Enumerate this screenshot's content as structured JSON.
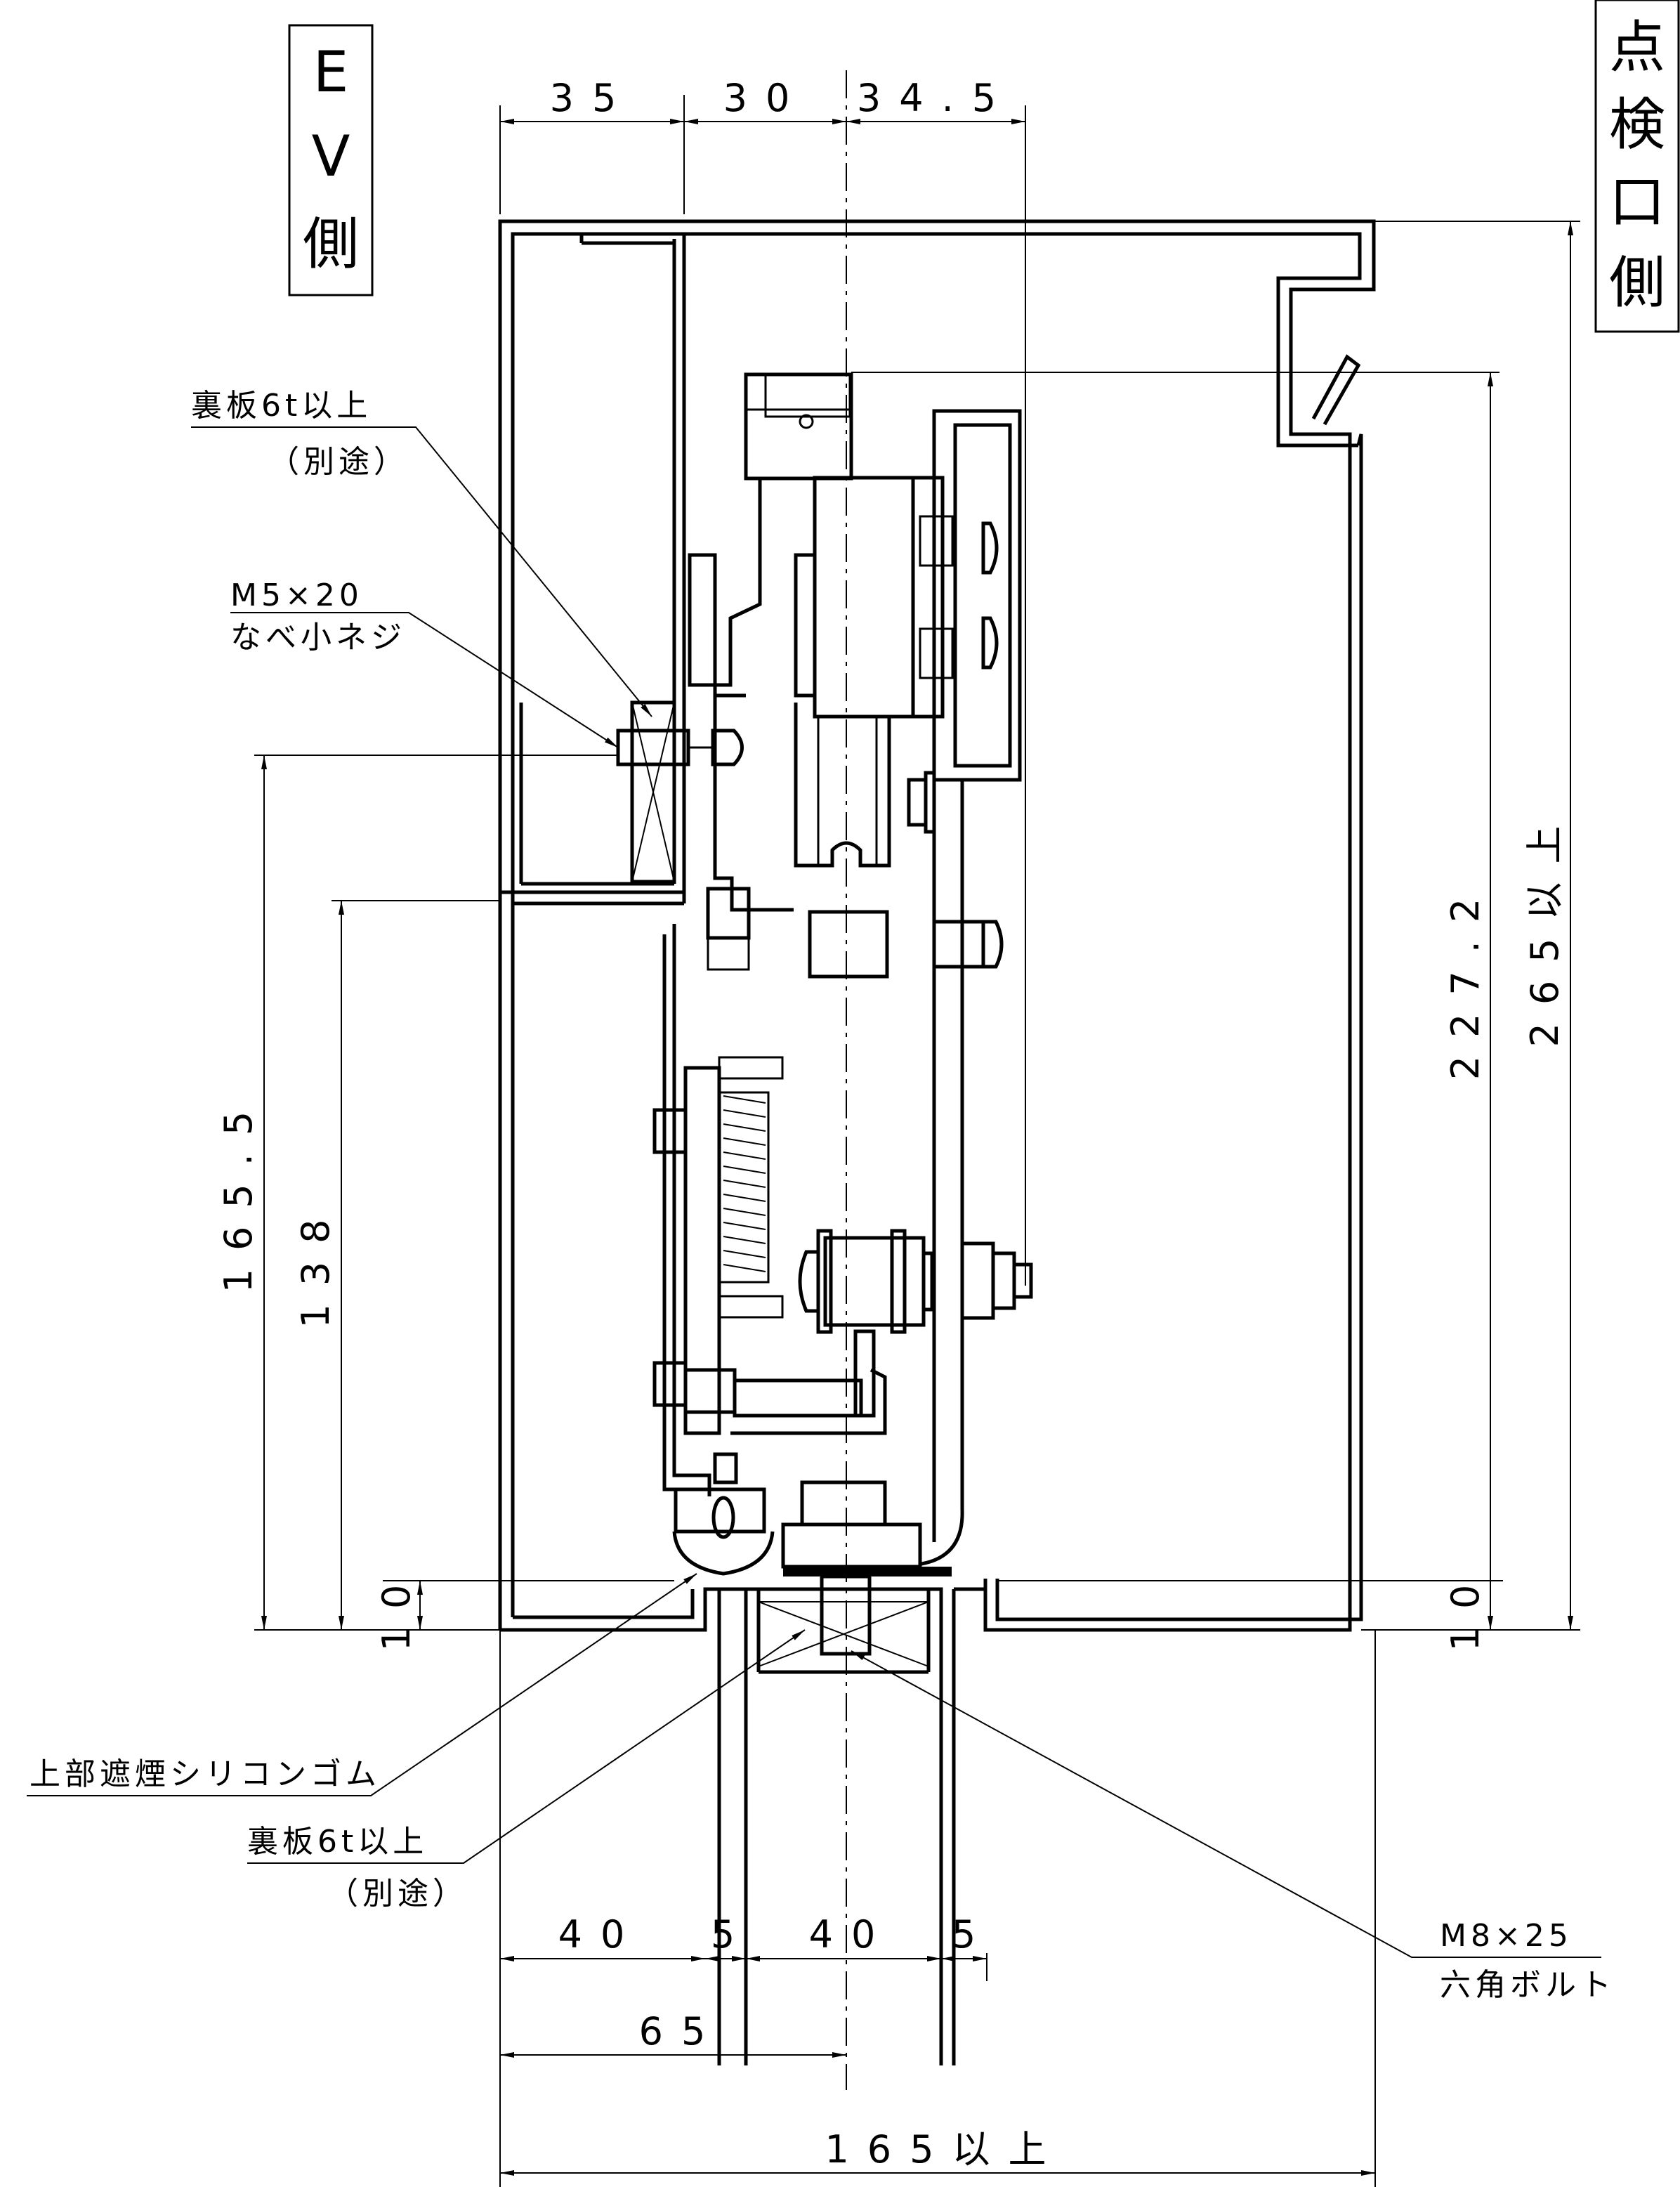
{
  "side_labels": {
    "ev": [
      "E",
      "V",
      "側"
    ],
    "inspection": [
      "点",
      "検",
      "口",
      "側"
    ]
  },
  "dimensions": {
    "top": [
      "35",
      "30",
      "34.5"
    ],
    "left_outer": "165.5",
    "left_inner": "138",
    "left_small": "10",
    "right_inner": "227.2",
    "right_outer": "265以上",
    "right_small": "10",
    "bottom_a": [
      "40",
      "5",
      "40",
      "5"
    ],
    "bottom_b": "65",
    "bottom_c": "165以上"
  },
  "notes": {
    "backplate_top": {
      "line1": "裏板6t以上",
      "line2": "（別途）"
    },
    "screw": {
      "line1": "M5×20",
      "line2": "なべ小ネジ"
    },
    "rubber": {
      "line1": "上部遮煙シリコンゴム"
    },
    "backplate_bottom": {
      "line1": "裏板6t以上",
      "line2": "（別途）"
    },
    "bolt": {
      "line1": "M8×25",
      "line2": "六角ボルト"
    }
  }
}
